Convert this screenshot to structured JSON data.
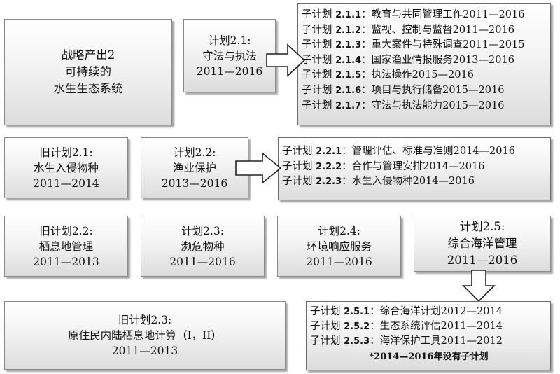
{
  "strategic_output": {
    "lines": [
      "战略产出2",
      "可持续的",
      "水生生态系统"
    ]
  },
  "programs": {
    "p2_1": {
      "lines": [
        "计划2.1:",
        "守法与执法",
        "2011—2016"
      ]
    },
    "p2_2": {
      "lines": [
        "计划2.2:",
        "渔业保护",
        "2013—2016"
      ]
    },
    "p2_3": {
      "lines": [
        "计划2.3:",
        "濒危物种",
        "2011—2016"
      ]
    },
    "p2_4": {
      "lines": [
        "计划2.4:",
        "环境响应服务",
        "2011—2016"
      ]
    },
    "p2_5": {
      "lines": [
        "计划2.5:",
        "综合海洋管理",
        "2011—2016"
      ]
    }
  },
  "old_programs": {
    "old_2_1": {
      "lines": [
        "旧计划2.1:",
        "水生入侵物种",
        "2011—2014"
      ]
    },
    "old_2_2": {
      "lines": [
        "旧计划2.2:",
        "栖息地管理",
        "2011—2013"
      ]
    },
    "old_2_3": {
      "lines": [
        "旧计划2.3:",
        "原住民内陆栖息地计算（I，II）",
        "2011—2013"
      ]
    }
  },
  "sub_programs": {
    "s2_1": [
      {
        "prefix": "子计划",
        "code": "2.1.1",
        "text": "教育与共同管理工作2011—2016"
      },
      {
        "prefix": "子计划",
        "code": "2.1.2",
        "text": "监视、控制与监督2011—2016"
      },
      {
        "prefix": "子计划",
        "code": "2.1.3",
        "text": "重大案件与特殊调查2011—2015"
      },
      {
        "prefix": "子计划",
        "code": "2.1.4",
        "text": "国家渔业情报服务2013—2016"
      },
      {
        "prefix": "子计划",
        "code": "2.1.5",
        "text": "执法操作2015—2016"
      },
      {
        "prefix": "子计划",
        "code": "2.1.6",
        "text": "项目与执行储备2015—2016"
      },
      {
        "prefix": "子计划",
        "code": "2.1.7",
        "text": "守法与执法能力2015—2016"
      }
    ],
    "s2_2": [
      {
        "prefix": "子计划",
        "code": "2.2.1",
        "text": "管理评估、标准与准则2014—2016"
      },
      {
        "prefix": "子计划",
        "code": "2.2.2",
        "text": "合作与管理安排2014—2016"
      },
      {
        "prefix": "子计划",
        "code": "2.2.3",
        "text": "水生入侵物种2014—2016"
      }
    ],
    "s2_5": [
      {
        "prefix": "子计划",
        "code": "2.5.1",
        "text": "综合海洋计划2012—2014"
      },
      {
        "prefix": "子计划",
        "code": "2.5.2",
        "text": "生态系统评估2011—2014"
      },
      {
        "prefix": "子计划",
        "code": "2.5.3",
        "text": "海洋保护工具2011—2012"
      }
    ],
    "s2_5_note": "*2014—2016年没有子计划"
  }
}
